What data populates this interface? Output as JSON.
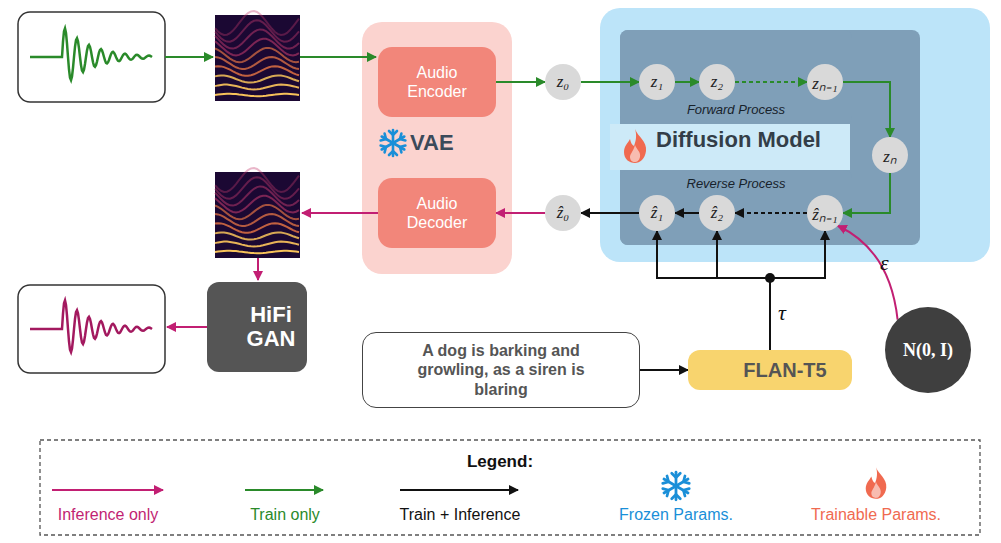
{
  "diagram": {
    "nodes": [
      {
        "text": [
          "VAE"
        ]
      },
      {
        "text": [
          "Audio Encoder"
        ],
        "in": 0
      },
      {
        "text": [
          "Audio Decoder"
        ],
        "in": 0
      },
      {
        "text": [
          "z₀"
        ]
      },
      {
        "text": [
          "Diffusion Model"
        ]
      },
      {
        "text": [
          "Forward Process"
        ],
        "in": 4
      },
      {
        "text": [
          "z₁"
        ],
        "in": 5
      },
      {
        "text": [
          "z₂"
        ],
        "in": 5
      },
      {
        "text": [
          "zₙ₋₁"
        ],
        "in": 5
      },
      {
        "text": [
          "zₙ"
        ],
        "in": 4
      },
      {
        "text": [
          "Reverse Process"
        ],
        "in": 4
      },
      {
        "text": [
          "ẑₙ₋₁"
        ],
        "in": 10
      },
      {
        "text": [
          "ẑ₂"
        ],
        "in": 10
      },
      {
        "text": [
          "ẑ₁"
        ],
        "in": 10
      },
      {
        "text": [
          "ẑ₀"
        ]
      },
      {
        "text": [
          "HiFi GAN"
        ]
      },
      {
        "text": [
          "A dog is barking and growling, as a siren is blaring"
        ]
      },
      {
        "text": [
          "FLAN-T5"
        ]
      },
      {
        "text": [
          "N(0, I)"
        ]
      }
    ],
    "edges": [
      {
        "from": 1,
        "to": 3,
        "arrow": "to"
      },
      {
        "from": 3,
        "to": 6,
        "arrow": "to"
      },
      {
        "from": 6,
        "to": 7,
        "arrow": "to"
      },
      {
        "from": 7,
        "to": 8,
        "arrow": "to"
      },
      {
        "from": 8,
        "to": 9,
        "arrow": "to"
      },
      {
        "from": 9,
        "to": 11,
        "arrow": "to"
      },
      {
        "from": 11,
        "to": 12,
        "arrow": "to"
      },
      {
        "from": 12,
        "to": 13,
        "arrow": "to"
      },
      {
        "from": 13,
        "to": 14,
        "arrow": "to"
      },
      {
        "from": 14,
        "to": 2,
        "arrow": "to"
      },
      {
        "from": 16,
        "to": 17,
        "arrow": "to"
      },
      {
        "from": 17,
        "to": 13,
        "arrow": "to"
      },
      {
        "from": 17,
        "to": 12,
        "arrow": "to"
      },
      {
        "from": 17,
        "to": 11,
        "arrow": "to"
      },
      {
        "from": 18,
        "to": 11,
        "label": "ε",
        "arrow": "to"
      }
    ],
    "labels": [
      "τ",
      "Legend:"
    ],
    "legend": [
      {
        "text": "Inference only"
      },
      {
        "text": "Train only"
      },
      {
        "text": "Train + Inference"
      },
      {
        "text": "Frozen Params."
      },
      {
        "text": "Trainable Params."
      }
    ]
  }
}
